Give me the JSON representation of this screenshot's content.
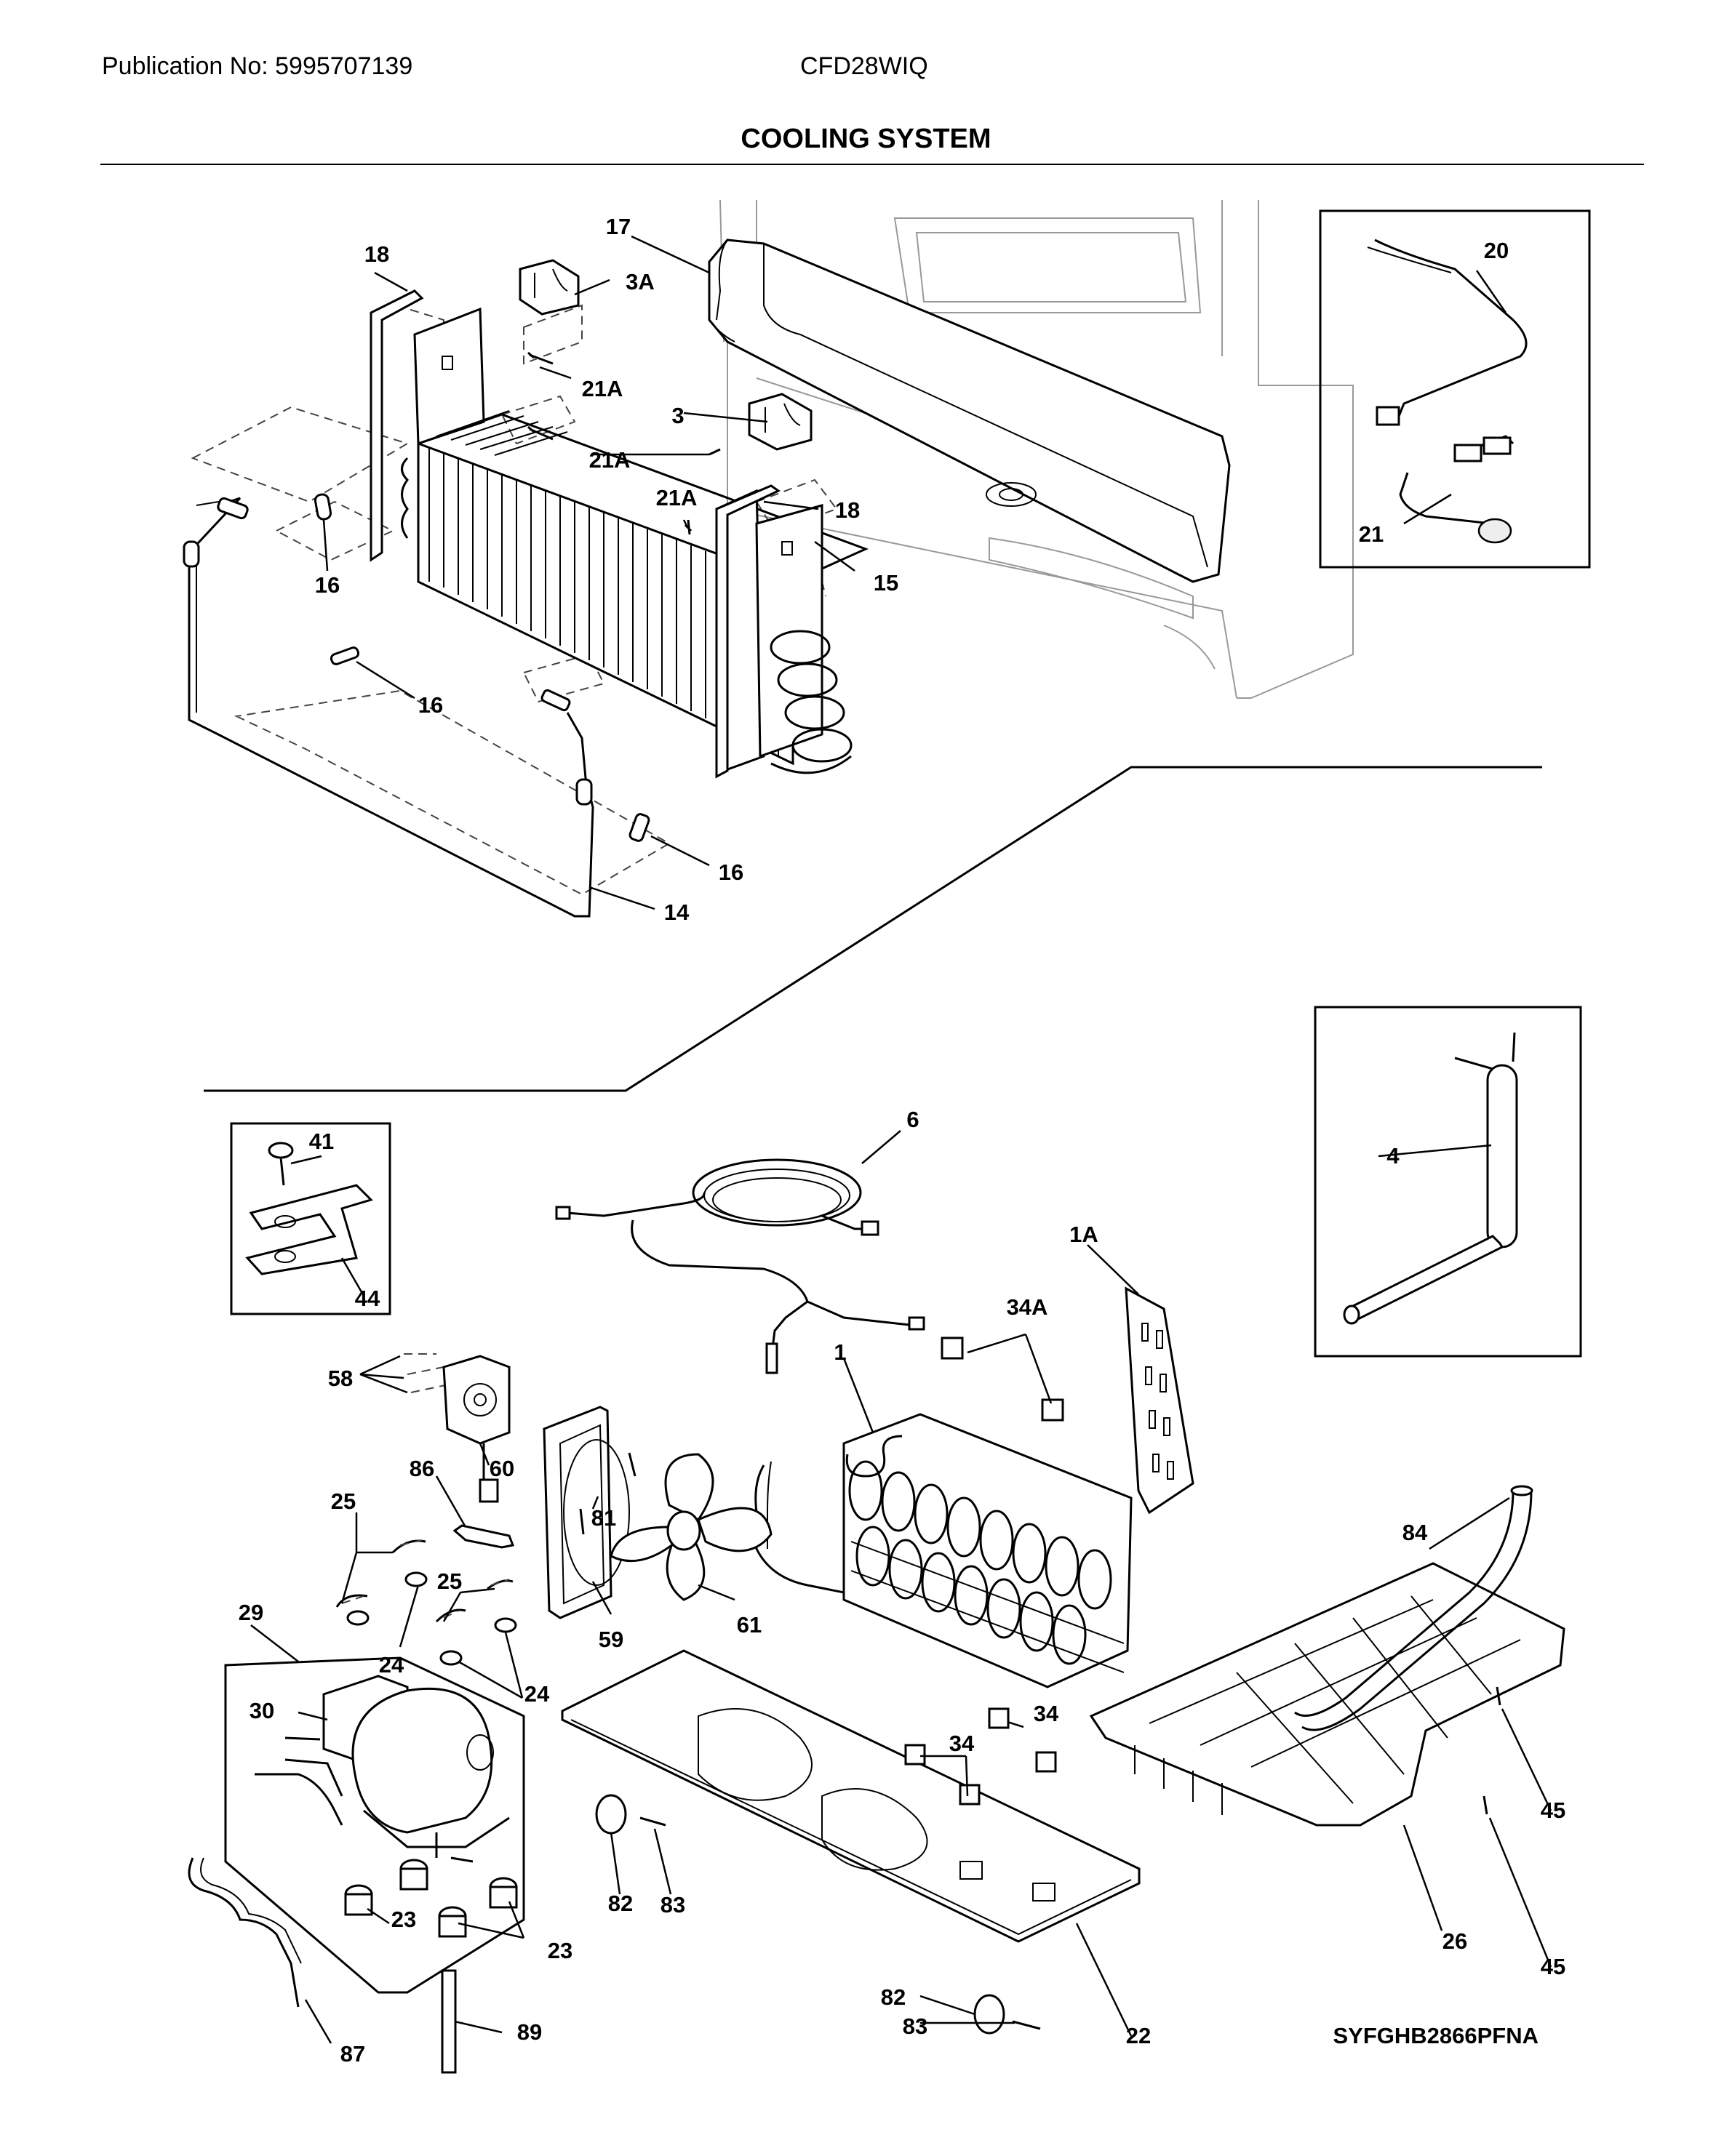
{
  "header": {
    "publication": "Publication No: 5995707139",
    "model": "CFD28WIQ",
    "title": "COOLING SYSTEM"
  },
  "diagram_code": "SYFGHB2866PFNA",
  "callouts": {
    "c18a": "18",
    "c3a": "3A",
    "c17": "17",
    "c21a_1": "21A",
    "c3": "3",
    "c21a_2": "21A",
    "c21a_3": "21A",
    "c18b": "18",
    "c15": "15",
    "c16a": "16",
    "c16b": "16",
    "c16c": "16",
    "c14": "14",
    "c20": "20",
    "c21": "21",
    "c41": "41",
    "c44": "44",
    "c6": "6",
    "c4": "4",
    "c1a": "1A",
    "c34a": "34A",
    "c1": "1",
    "c58": "58",
    "c60": "60",
    "c86": "86",
    "c81": "81",
    "c25a": "25",
    "c25b": "25",
    "c24a": "24",
    "c24b": "24",
    "c59": "59",
    "c61": "61",
    "c84": "84",
    "c29": "29",
    "c30": "30",
    "c34b": "34",
    "c34c": "34",
    "c45a": "45",
    "c45b": "45",
    "c26": "26",
    "c23a": "23",
    "c23b": "23",
    "c82a": "82",
    "c83a": "83",
    "c89": "89",
    "c87": "87",
    "c82b": "82",
    "c83b": "83",
    "c22": "22"
  }
}
